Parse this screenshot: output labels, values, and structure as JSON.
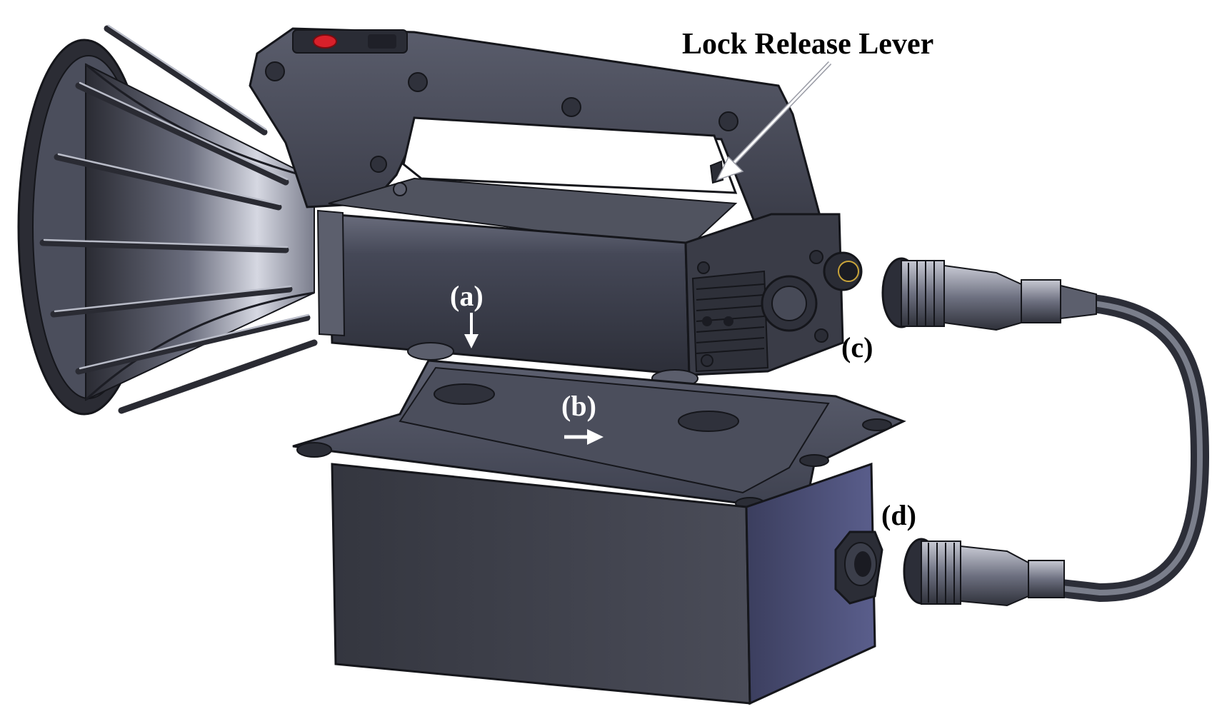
{
  "diagram": {
    "labels": {
      "lock_release_lever": "Lock Release Lever",
      "a": "(a)",
      "b": "(b)",
      "c": "(c)",
      "d": "(d)"
    },
    "colors": {
      "body_dark": "#3c3e49",
      "body_mid": "#55586a",
      "body_light": "#8a8d9e",
      "highlight": "#c9cbd6",
      "edge": "#1a1b22",
      "accent_red": "#d8202a",
      "box_side": "#4a4e78",
      "arrow_white": "#ffffff"
    }
  }
}
